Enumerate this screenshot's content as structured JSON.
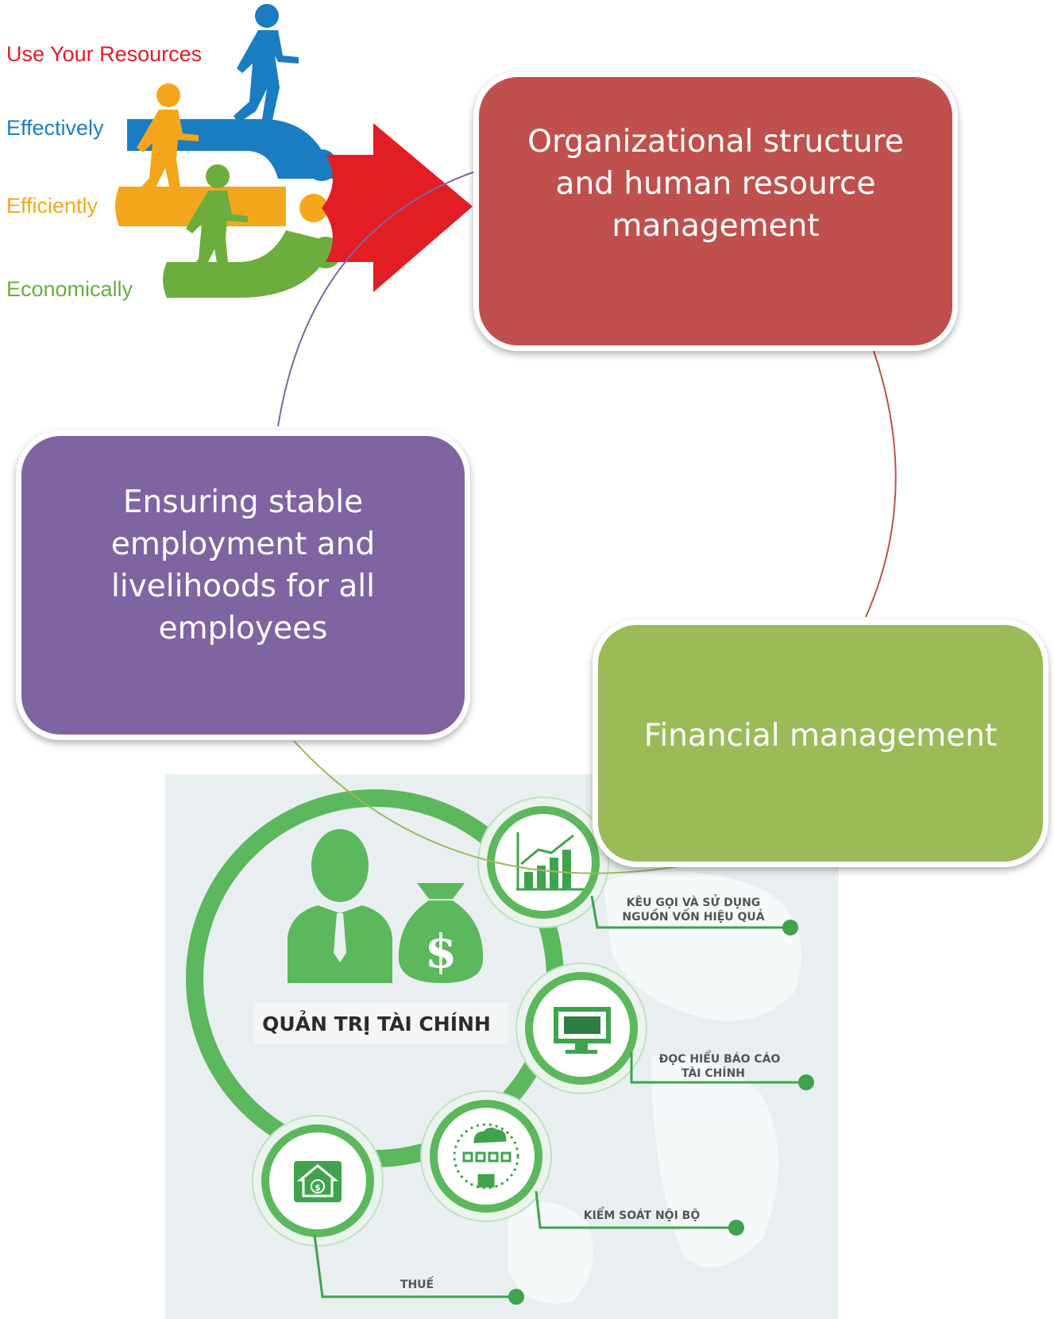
{
  "resources_graphic": {
    "labels": [
      "Use Your Resources",
      "Effectively",
      "Efficiently",
      "Economically"
    ],
    "colors": {
      "red": "#e31d24",
      "blue": "#1a7dc2",
      "orange": "#f4a71c",
      "green": "#6cae3e"
    }
  },
  "cycle": {
    "nodes": [
      {
        "text": "Organizational structure and human resource management",
        "color": "#c0504d"
      },
      {
        "text": "Financial management",
        "color": "#9bbb59"
      },
      {
        "text": "Ensuring stable employment and livelihoods for all employees",
        "color": "#8064a2"
      }
    ]
  },
  "finance_infographic": {
    "title": "QUẢN TRỊ TÀI CHÍNH",
    "items": [
      {
        "label_line1": "KÊU GỌI VÀ SỬ DỤNG",
        "label_line2": "NGUỒN VỐN HIỆU QUẢ",
        "icon": "growth-chart-icon"
      },
      {
        "label_line1": "ĐỌC HIỂU BÁO CÁO",
        "label_line2": "TÀI CHÍNH",
        "icon": "monitor-icon"
      },
      {
        "label_line1": "KIỂM SOÁT NỘI BỘ",
        "label_line2": "",
        "icon": "cloud-network-lock-icon"
      },
      {
        "label_line1": "THUẾ",
        "label_line2": "",
        "icon": "house-dollar-icon"
      }
    ],
    "colors": {
      "green": "#5cb85c",
      "dark_green": "#3fa34d",
      "background": "#e9eff1"
    }
  }
}
